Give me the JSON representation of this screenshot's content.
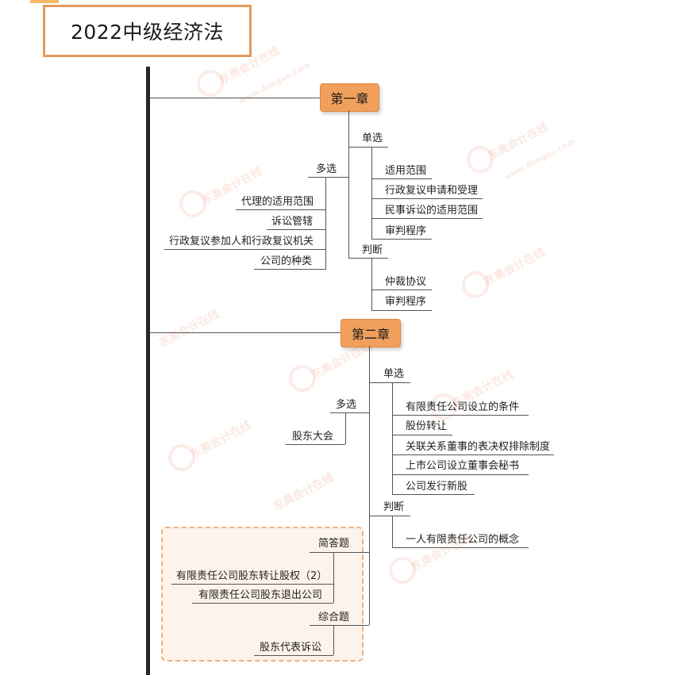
{
  "title": "2022中级经济法",
  "chapters": [
    {
      "label": "第一章",
      "groups": [
        {
          "label": "单选",
          "items": [
            "适用范围",
            "行政复议申请和受理",
            "民事诉讼的适用范围",
            "审判程序"
          ]
        },
        {
          "label": "多选",
          "items": [
            "代理的适用范围",
            "诉讼管辖",
            "行政复议参加人和行政复议机关",
            "公司的种类"
          ]
        },
        {
          "label": "判断",
          "items": [
            "仲裁协议",
            "审判程序"
          ]
        }
      ]
    },
    {
      "label": "第二章",
      "groups": [
        {
          "label": "单选",
          "items": [
            "有限责任公司设立的条件",
            "股份转让",
            "关联关系董事的表决权排除制度",
            "上市公司设立董事会秘书",
            "公司发行新股"
          ]
        },
        {
          "label": "多选",
          "items": [
            "股东大会"
          ]
        },
        {
          "label": "判断",
          "items": [
            "一人有限责任公司的概念"
          ]
        },
        {
          "label": "简答题",
          "items": [
            "有限责任公司股东转让股权（2）",
            "有限责任公司股东退出公司"
          ]
        },
        {
          "label": "综合题",
          "items": [
            "股东代表诉讼"
          ]
        }
      ]
    }
  ],
  "watermark": {
    "brand": "东奥会计在线",
    "url": "www.dongao.com"
  },
  "colors": {
    "chapter_fill": "#f0a05c",
    "title_border": "#e59a5b",
    "trunk": "#262626",
    "dash_border": "#efb27e"
  }
}
